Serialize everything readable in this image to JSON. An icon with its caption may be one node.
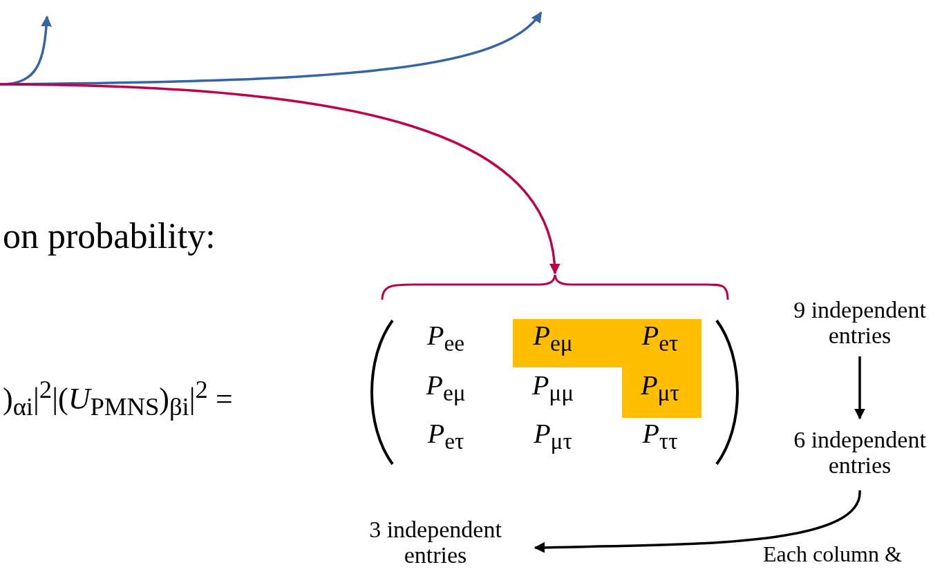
{
  "diagram": {
    "nodes": [
      {
        "text": [
          "*P*$_{ee}$",
          "*P*$_{eμ}$",
          "*P*$_{eτ}$",
          "*P*$_{eμ}$",
          "*P*$_{μμ}$",
          "*P*$_{μτ}$",
          "*P*$_{eτ}$",
          "*P*$_{μτ}$",
          "*P*$_{ττ}$"
        ]
      },
      {
        "text": [
          "9 independent entries"
        ]
      },
      {
        "text": [
          "6 independent entries"
        ]
      },
      {
        "text": [
          "3 independent entries"
        ]
      }
    ],
    "edges": [
      {
        "from": null,
        "to": 0,
        "arrow": "to",
        "color": "#c0004a"
      },
      {
        "from": 1,
        "to": 2,
        "arrow": "to"
      },
      {
        "from": 2,
        "to": 3,
        "arrow": "to"
      }
    ],
    "labels": [
      "on probability:",
      ")$_{αi}$|$^{2}$|(*U*$_{PMNS}$)$_{βi}$|$^{2}$ =",
      "Each column &"
    ]
  }
}
